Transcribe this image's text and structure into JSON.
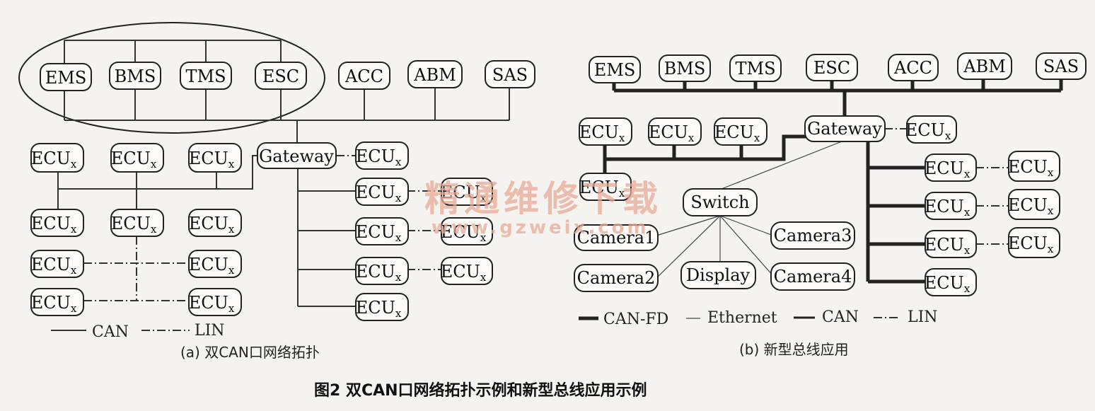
{
  "labels": {
    "ems": "EMS",
    "bms": "BMS",
    "tms": "TMS",
    "esc": "ESC",
    "acc": "ACC",
    "abm": "ABM",
    "sas": "SAS",
    "gateway": "Gateway",
    "ecu": "ECU",
    "ecu_sub": "x",
    "switch": "Switch",
    "camera1": "Camera1",
    "camera2": "Camera2",
    "camera3": "Camera3",
    "camera4": "Camera4",
    "display": "Display"
  },
  "legend_a": {
    "can": "CAN",
    "lin": "LIN"
  },
  "legend_b": {
    "canfd": "CAN-FD",
    "ethernet": "Ethernet",
    "can": "CAN",
    "lin": "LIN"
  },
  "captions": {
    "a": "(a)  双CAN口网络拓扑",
    "b": "(b)  新型总线应用",
    "figure": "图2    双CAN口网络拓扑示例和新型总线应用示例"
  },
  "watermark": {
    "line1": "精通维修下载",
    "line2": "www.gzweix.com"
  }
}
